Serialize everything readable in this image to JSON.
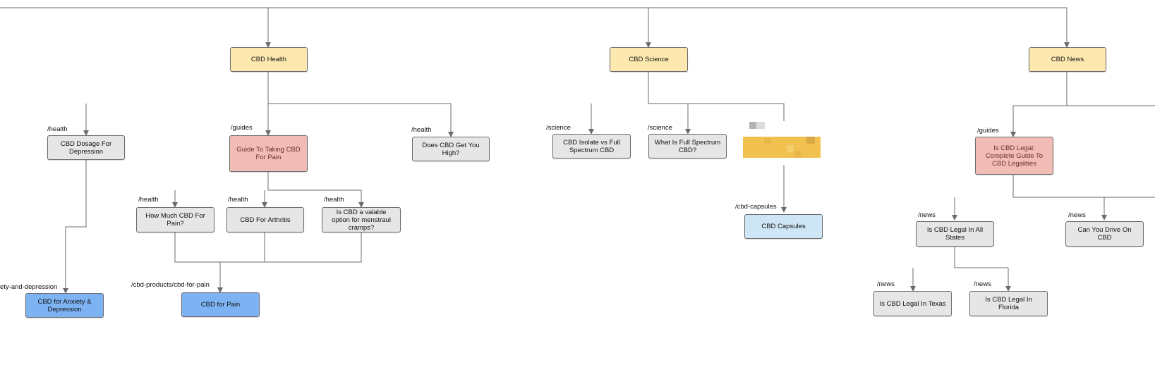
{
  "nodes": {
    "cbd_health": "CBD Health",
    "cbd_science": "CBD Science",
    "cbd_news": "CBD News",
    "cbd_dosage_depression": "CBD Dosage For Depression",
    "guide_taking_cbd_pain": "Guide To Taking CBD For Pain",
    "does_cbd_get_you_high": "Does CBD Get You High?",
    "how_much_cbd_pain": "How Much CBD For Pain?",
    "cbd_for_arthritis": "CBD For Arthritis",
    "cbd_menstrual_cramps": "Is CBD a valable option for menstraul cramps?",
    "cbd_for_pain": "CBD for Pain",
    "cbd_anxiety_depression": "CBD for Anxiety & Depression",
    "cbd_isolate_vs_full": "CBD Isolate vs Full Spectrum CBD",
    "what_is_full_spectrum": "What Is Full Spectrum CBD?",
    "cbd_capsules": "CBD Capsules",
    "is_cbd_legal_guide": "Is CBD Legal: Complete Guide To CBD Legalities",
    "is_cbd_legal_all_states": "Is CBD Legal In All States",
    "can_you_drive_on_cbd": "Can You Drive On CBD",
    "is_cbd_legal_texas": "Is CBD Legal In Texas",
    "is_cbd_legal_florida": "Is CBD Legal In Florida"
  },
  "routes": {
    "health_1": "/health",
    "guides_1": "/guides",
    "health_2": "/health",
    "health_3": "/health",
    "health_4": "/health",
    "health_5": "/health",
    "cbd_for_pain_path": "/cbd-products/cbd-for-pain",
    "anxiety_path": "ety-and-depression",
    "science_1": "/science",
    "science_2": "/science",
    "cbd_capsules_path": "/cbd-capsules",
    "guides_2": "/guides",
    "news_1": "/news",
    "news_2": "/news",
    "news_3": "/news",
    "news_4": "/news"
  },
  "colors": {
    "category": "#fde9b0",
    "article": "#e6e6e6",
    "pillar": "#f2bcb6",
    "product": "#7eb3f3",
    "product_light": "#cde5f5",
    "connector": "#6b6b6b",
    "redacted": "#f1c150"
  }
}
